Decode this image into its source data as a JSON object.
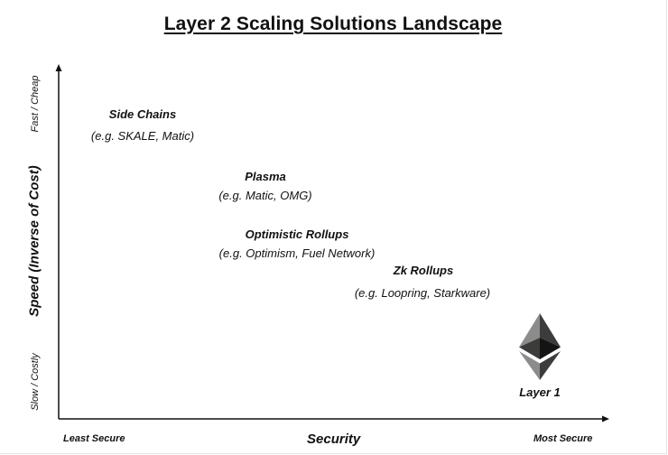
{
  "title": "Layer 2 Scaling Solutions Landscape",
  "y_axis": {
    "label": "Speed (Inverse of Cost)",
    "top_label": "Fast / Cheap",
    "bottom_label": "Slow / Costly"
  },
  "x_axis": {
    "label": "Security",
    "left_label": "Least Secure",
    "right_label": "Most Secure"
  },
  "solutions": [
    {
      "name": "Side Chains",
      "example": "(e.g. SKALE, Matic)"
    },
    {
      "name": "Plasma",
      "example": "(e.g. Matic, OMG)"
    },
    {
      "name": "Optimistic Rollups",
      "example": "(e.g. Optimism, Fuel Network)"
    },
    {
      "name": "Zk Rollups",
      "example": "(e.g. Loopring, Starkware)"
    }
  ],
  "layer1": {
    "label": "Layer 1",
    "icon": "ethereum-logo-icon"
  },
  "colors": {
    "text": "#111111",
    "axis": "#111111",
    "eth_dark": "#3c3c3b",
    "eth_mid": "#8c8c8c",
    "eth_light": "#c4c4c4"
  }
}
